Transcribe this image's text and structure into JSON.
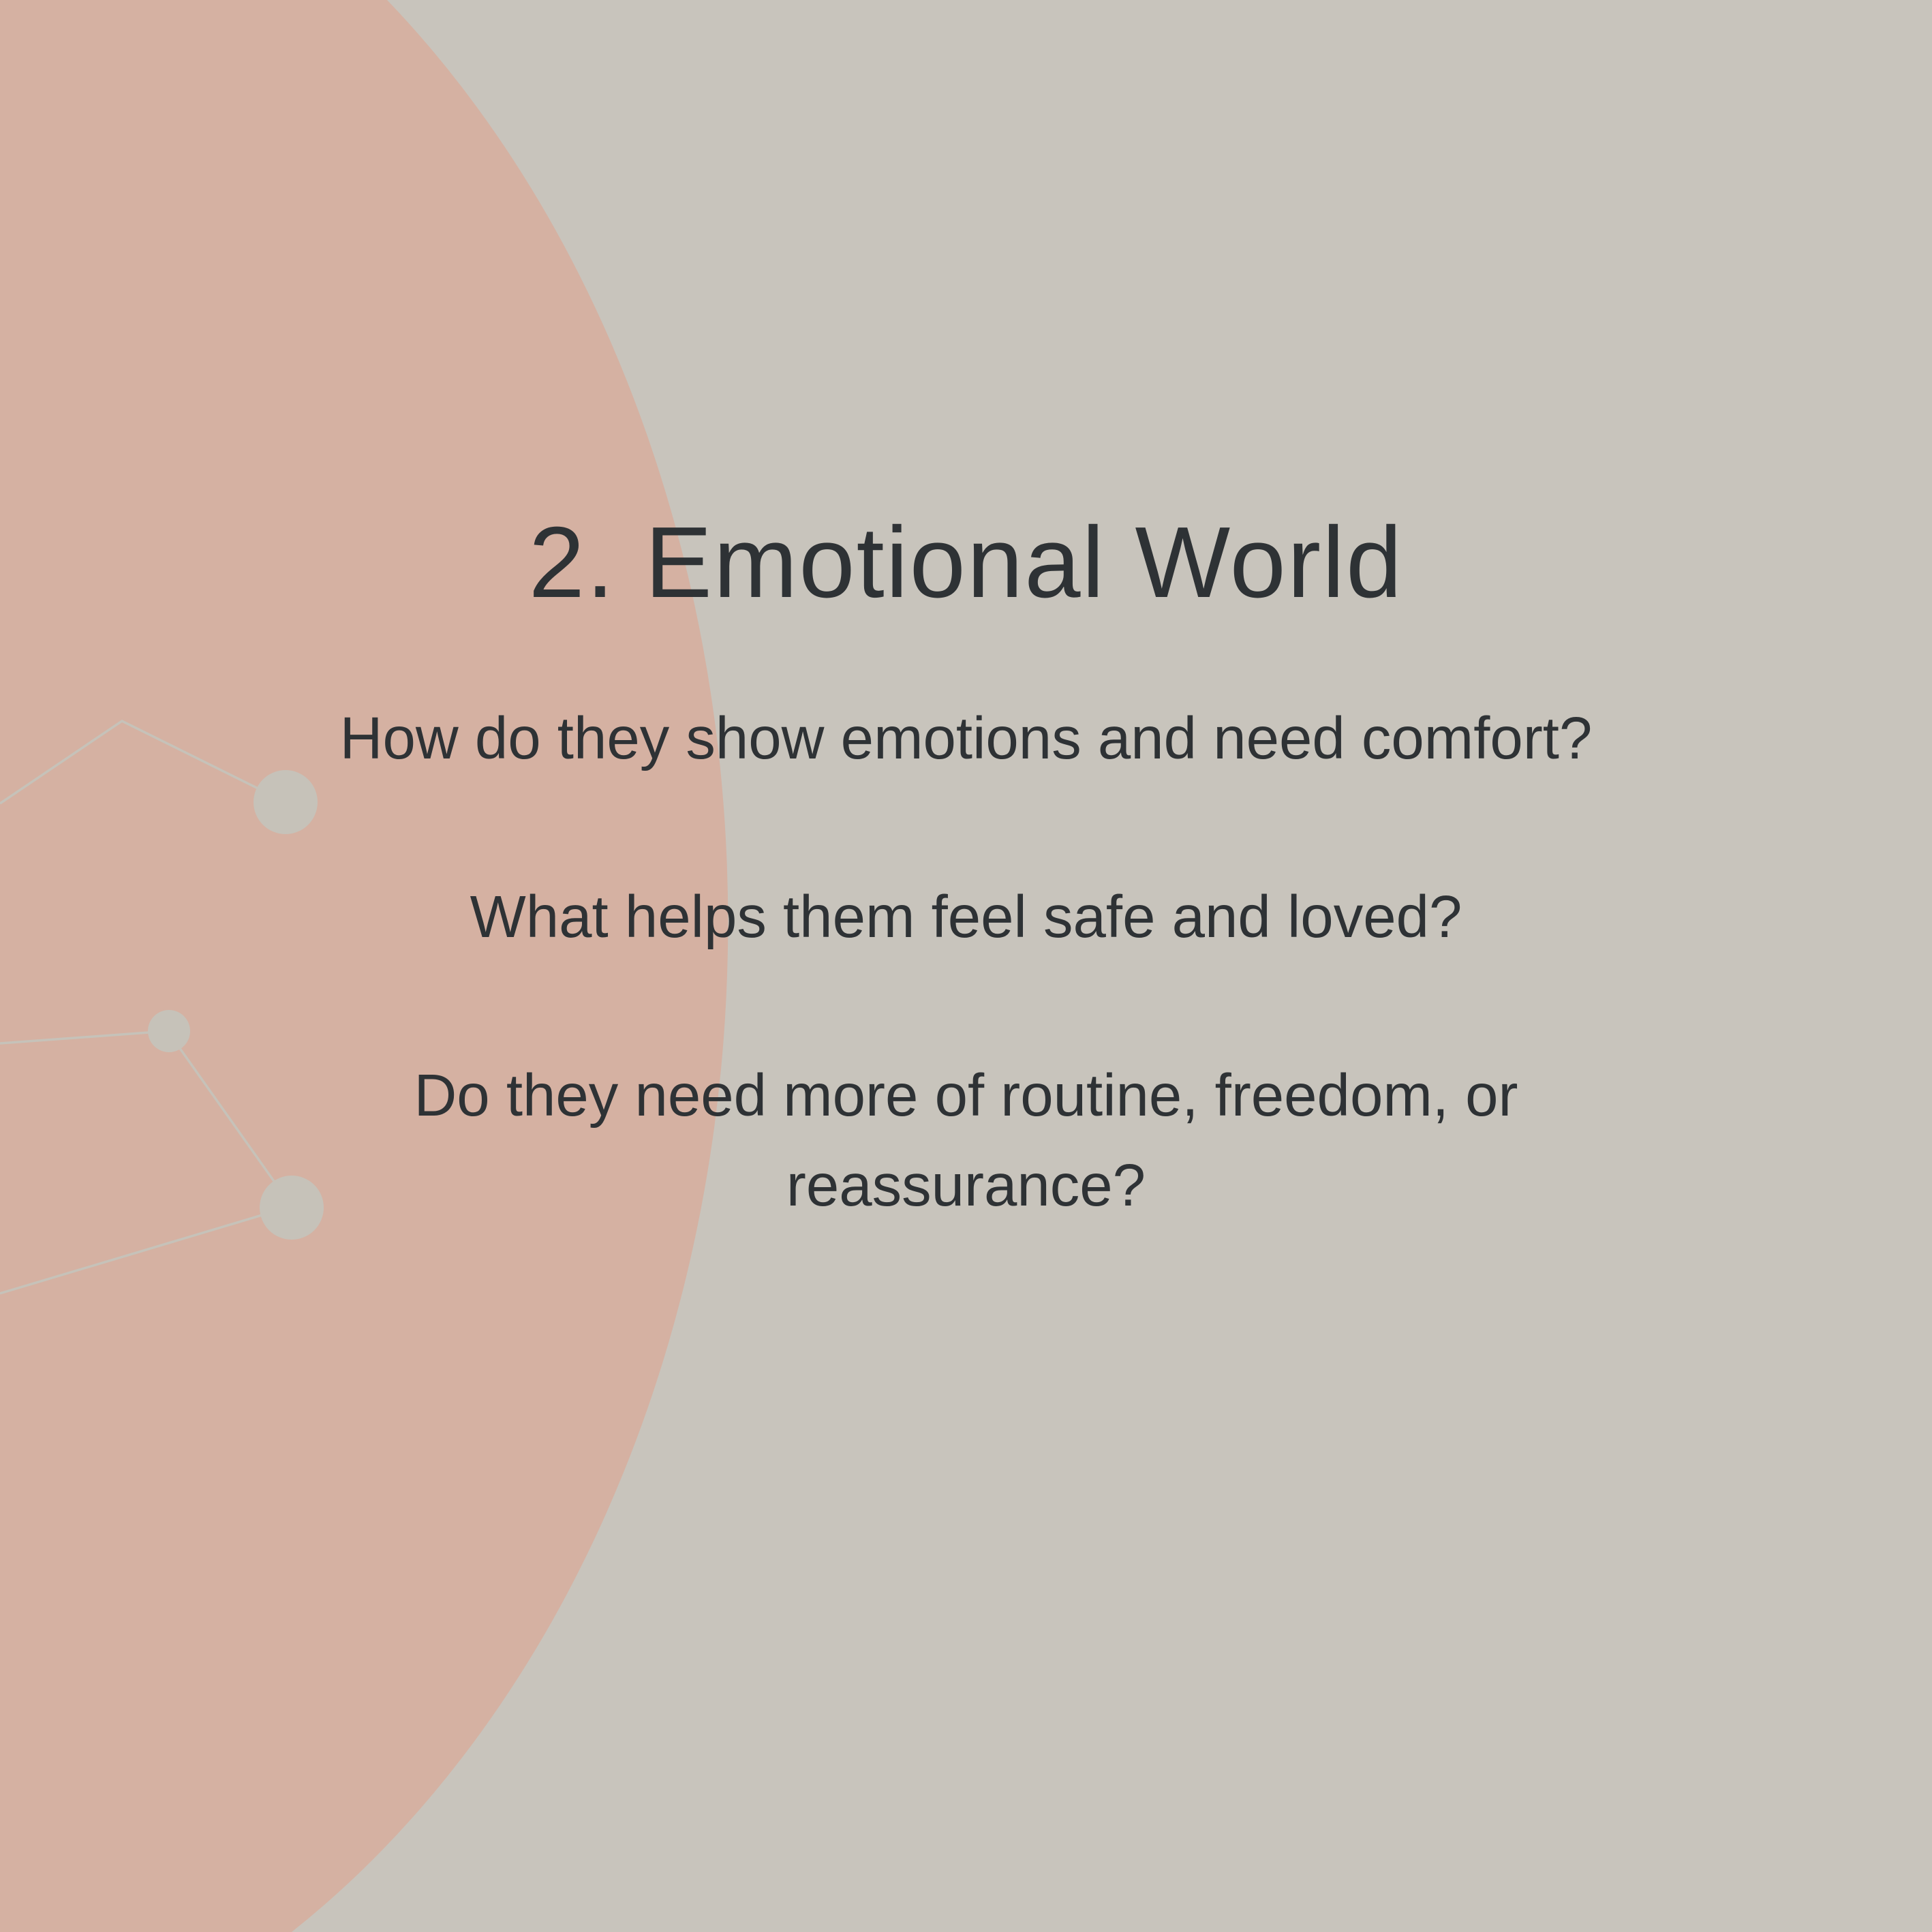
{
  "title": "2. Emotional World",
  "questions": [
    "How do they show emotions and need comfort?",
    "What helps them feel safe and loved?",
    "Do they need more of routine, freedom, or reassurance?"
  ],
  "colors": {
    "background": "#c8c4bc",
    "accent": "#d5b1a2",
    "text": "#2e3235"
  }
}
